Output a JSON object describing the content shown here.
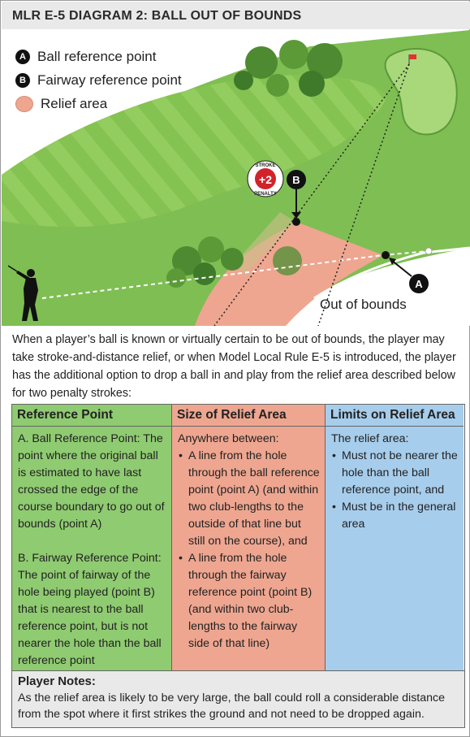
{
  "title": "MLR E-5 DIAGRAM 2:  BALL OUT OF BOUNDS",
  "legend": [
    {
      "badge": "A",
      "label": "Ball reference point"
    },
    {
      "badge": "B",
      "label": "Fairway reference point"
    },
    {
      "badge": "",
      "label": "Relief area"
    }
  ],
  "diagram": {
    "marker_a": "A",
    "marker_b": "B",
    "penalty_top": "STROKE",
    "penalty_value": "+2",
    "penalty_bottom": "PENALTY",
    "oob_label": "Out of bounds"
  },
  "intro": "When a player’s ball is known or virtually certain to be out of bounds, the player may take stroke-and-distance relief, or when Model Local Rule E-5 is introduced, the player has the additional option to drop a ball in and play from the relief area described below for two penalty strokes:",
  "table": {
    "headers": [
      "Reference Point",
      "Size of Relief Area",
      "Limits on Relief Area"
    ],
    "reference_point": {
      "a": "A. Ball Reference Point: The point where the original ball is estimated to have last crossed the edge of the course boundary to go out of bounds (point A)",
      "b": "B. Fairway Reference Point: The point of fairway of the hole being played (point B) that is nearest to the ball reference point, but is not nearer the hole than the ball reference point"
    },
    "size": {
      "intro": "Anywhere between:",
      "items": [
        "A line from the hole through the ball reference point (point A) (and within two club-lengths to the outside of that line but still on the course), and",
        "A line from the hole through the fairway reference point (point B) (and within two club-lengths to the fairway side of that line)"
      ]
    },
    "limits": {
      "intro": "The relief area:",
      "items": [
        "Must not be nearer the hole than the ball reference point, and",
        "Must be in the general area"
      ]
    },
    "notes_head": "Player Notes:",
    "notes": "As the relief area is likely to be very large, the ball could roll a considerable distance from the spot where it first strikes the ground and not need to be dropped again."
  },
  "colors": {
    "rough": "#7fbe53",
    "fairway_light": "#93cc5f",
    "fairway_dark": "#84c251",
    "relief": "#eea690",
    "reference_col": "#8fcb71",
    "size_col": "#eea690",
    "limits_col": "#a7cdec",
    "flag": "#e4322b"
  }
}
